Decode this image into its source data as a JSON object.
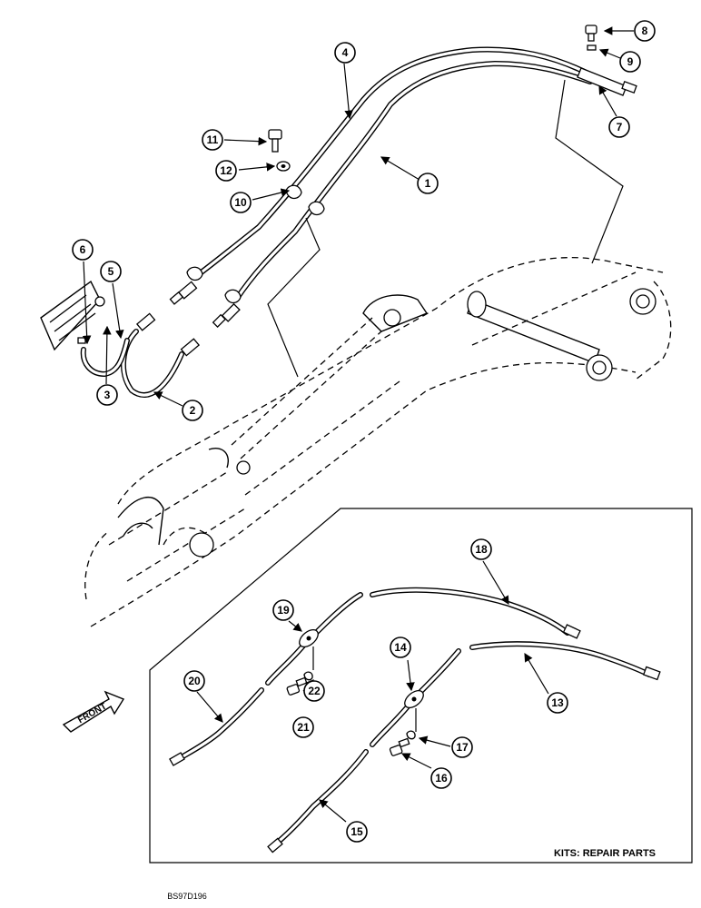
{
  "callouts": [
    "1",
    "2",
    "3",
    "4",
    "5",
    "6",
    "7",
    "8",
    "9",
    "10",
    "11",
    "12",
    "13",
    "14",
    "15",
    "16",
    "17",
    "18",
    "19",
    "20",
    "21",
    "22"
  ],
  "kit_label": "KITS: REPAIR PARTS",
  "front_label": "FRONT",
  "drawing_code": "BS97D196"
}
